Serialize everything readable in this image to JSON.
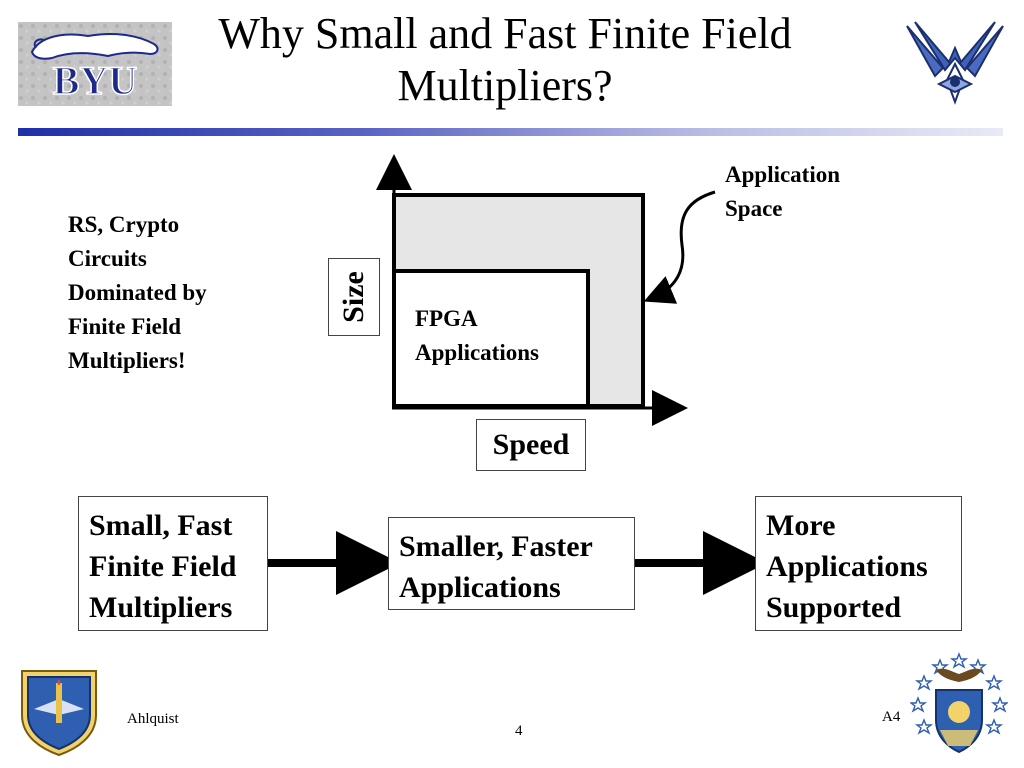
{
  "slide": {
    "title_line1": "Why Small and Fast Finite Field",
    "title_line2": "Multipliers?"
  },
  "left_note": {
    "lines": [
      "RS, Crypto",
      "Circuits",
      "Dominated by",
      "Finite Field",
      "Multipliers!"
    ]
  },
  "chart": {
    "y_axis_label": "Size",
    "x_axis_label": "Speed",
    "inner_region_lines": [
      "FPGA",
      "Applications"
    ],
    "outer_region_lines": [
      "Application",
      "Space"
    ]
  },
  "flow": {
    "box1_lines": [
      "Small, Fast",
      "Finite Field",
      "Multipliers"
    ],
    "box2_lines": [
      "Smaller, Faster",
      "Applications"
    ],
    "box3_lines": [
      "More",
      "Applications",
      "Supported"
    ]
  },
  "logos": {
    "top_left": "BYU",
    "top_right": "air-force-wings-icon",
    "bottom_left": "aetc-shield-icon",
    "bottom_right": "usafa-seal-icon"
  },
  "footer": {
    "author": "Ahlquist",
    "code": "A4",
    "page_number": "4"
  },
  "colors": {
    "title_rule_start": "#1f2fa8",
    "region_fill": "#e6e6e6",
    "byu_blue": "#1d2a8c"
  }
}
